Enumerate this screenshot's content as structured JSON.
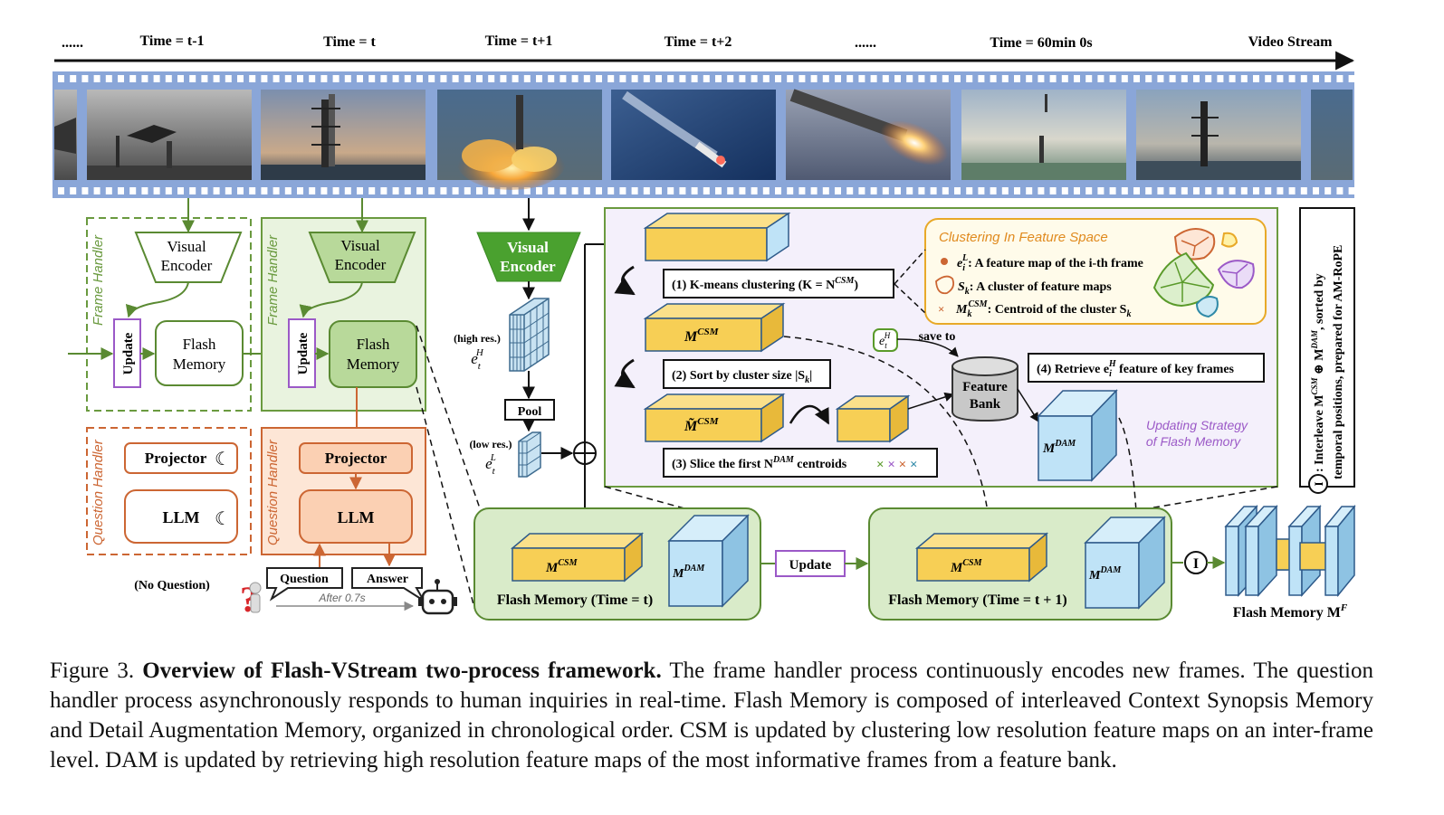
{
  "timeline": {
    "labels": [
      "......",
      "Time = t-1",
      "Time = t",
      "Time = t+1",
      "Time = t+2",
      "......",
      "Time = 60min 0s",
      "Video Stream"
    ]
  },
  "frame_handler": {
    "label": "Frame Handler",
    "encoder": [
      "Visual",
      "Encoder"
    ],
    "update": "Update",
    "memory": [
      "Flash",
      "Memory"
    ]
  },
  "question_handler": {
    "label": "Question Handler",
    "projector": "Projector",
    "llm": "LLM",
    "no_question": "(No Question)",
    "question": "Question",
    "answer": "Answer",
    "delay": "After 0.7s"
  },
  "encoder_center": [
    "Visual",
    "Encoder"
  ],
  "features": {
    "high_res": "(high res.)",
    "low_res": "(low res.)",
    "pool": "Pool"
  },
  "steps": {
    "s1": "(1) K-means clustering (K = N",
    "s1_sup": "CSM",
    "s2": "(2) Sort by cluster size |S",
    "s3": "(3) Slice the first N",
    "s3_sup": "DAM",
    "s3_tail": " centroids",
    "s4": "(4) Retrieve e",
    "s4_tail": " feature of key frames"
  },
  "clustering": {
    "title": "Clustering In Feature Space",
    "l1": ": A feature map of the i-th frame",
    "l2": ": A cluster of feature maps",
    "l3": ": Centroid of the cluster S"
  },
  "feature_bank": [
    "Feature",
    "Bank"
  ],
  "save_to": "save to",
  "updating_strategy": [
    "Updating Strategy",
    "of Flash Memory"
  ],
  "memory": {
    "csm": "CSM",
    "dam": "DAM",
    "fm_t": "Flash Memory (Time = t)",
    "fm_t1": "Flash Memory (Time = t + 1)",
    "update": "Update",
    "final": "Flash Memory M"
  },
  "interleave_note": [
    ": Interleave M",
    " ⊕ M",
    ", sorted by",
    "temporal positions, prepared for AM-RoPE"
  ],
  "colors": {
    "green": "#6a9a3f",
    "green_fill": "#d9ebc9",
    "orange": "#cc6633",
    "orange_fill": "#fbd9c2",
    "purple": "#9b59c7",
    "yellow": "#f7cf55",
    "blue": "#bfe3f7",
    "film": "#8aa6d8"
  },
  "caption": {
    "label": "Figure 3.",
    "title": "Overview of Flash-VStream two-process framework.",
    "body": "The frame handler process continuously encodes new frames. The question handler process asynchronously responds to human inquiries in real-time. Flash Memory is composed of interleaved Context Synopsis Memory and Detail Augmentation Memory, organized in chronological order. CSM is updated by clustering low resolution feature maps on an inter-frame level. DAM is updated by retrieving high resolution feature maps of the most informative frames from a feature bank."
  }
}
